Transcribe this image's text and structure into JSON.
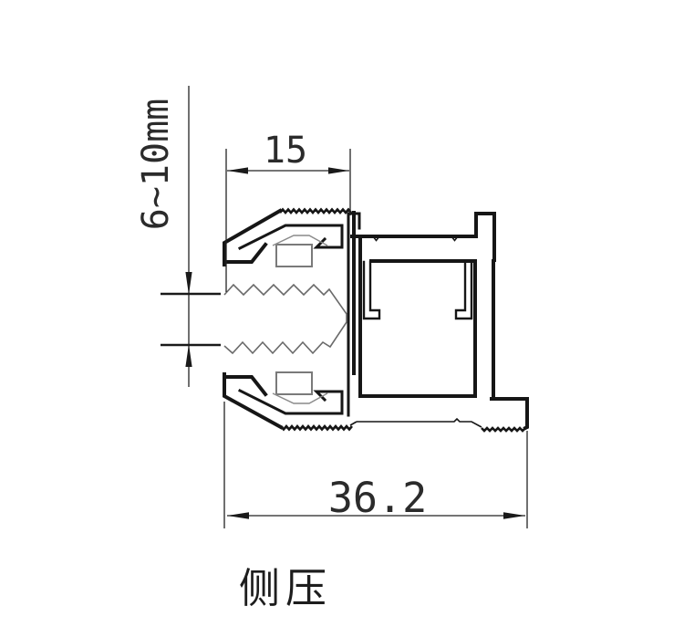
{
  "drawing": {
    "caption": "侧压",
    "dimensions": {
      "top_width": "15",
      "glass_thickness": "6~10mm",
      "total_width": "36.2"
    },
    "colors": {
      "line": "#161616",
      "dimension": "#232323",
      "glass_break_line": "#6a6a6a",
      "gasket": "#7a7a7a",
      "text": "#2b2b2b",
      "background": "#ffffff"
    }
  }
}
